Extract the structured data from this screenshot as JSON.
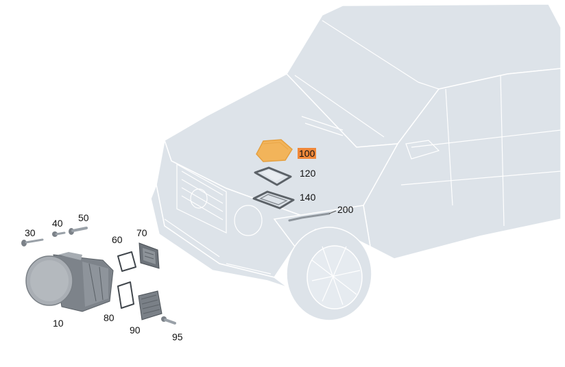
{
  "colors": {
    "vehicle_fill": "#dde3e9",
    "vehicle_line": "#ffffff",
    "highlight_part": "#f2b45a",
    "highlight_label": "#f0883a",
    "part_dark": "#6b7178",
    "part_mid": "#9aa1a8"
  },
  "callouts": {
    "p100": "100",
    "p120": "120",
    "p140": "140",
    "p200": "200",
    "p30": "30",
    "p40": "40",
    "p50": "50",
    "p60": "60",
    "p70": "70",
    "p80": "80",
    "p90": "90",
    "p95": "95",
    "p10": "10"
  },
  "highlighted_part": "100"
}
